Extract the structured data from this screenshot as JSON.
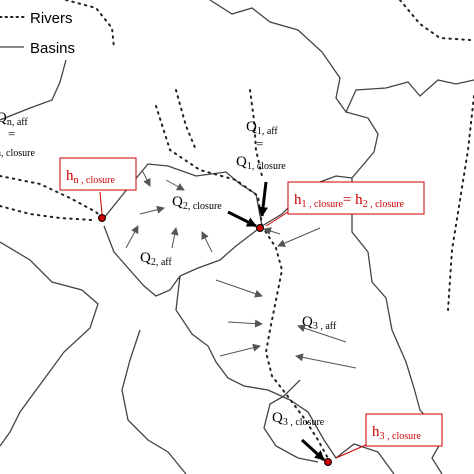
{
  "legend": {
    "rivers_label": "Rivers",
    "basins_label": "Basins"
  },
  "labels": {
    "qn_aff_main": "Q",
    "qn_aff_sub": "n, aff",
    "qn_eq": "=",
    "qn_closure_sub": "n, closure",
    "q1_aff_main": "Q",
    "q1_aff_sub": "1, aff",
    "q1_eq": "=",
    "q1_closure_main": "Q",
    "q1_closure_sub": "1, closure",
    "q2_closure_main": "Q",
    "q2_closure_sub": "2, closure",
    "q2_aff_main": "Q",
    "q2_aff_sub": "2, aff",
    "q3_aff_main": "Q",
    "q3_aff_sub": "3 , aff",
    "q3_closure_main": "Q",
    "q3_closure_sub": "3 , closure"
  },
  "boxes": {
    "hn_main": "h",
    "hn_sub": "n , closure",
    "h12_main1": "h",
    "h12_sub1": "1 , closure",
    "h12_eq": "= h",
    "h12_sub2": "2 , closure",
    "h3_main": "h",
    "h3_sub": "3 , closure"
  },
  "colors": {
    "box_border": "#cc0000",
    "box_text": "#cc0000",
    "node": "#cc0000",
    "lines": "#555555"
  }
}
